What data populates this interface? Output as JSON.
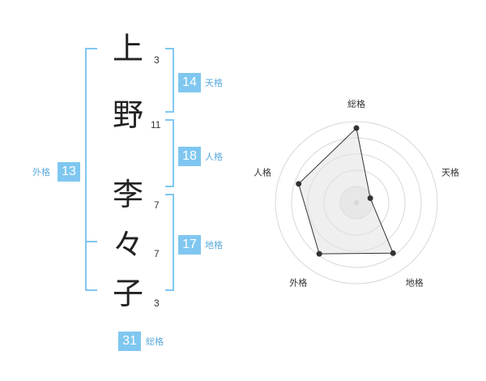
{
  "name": {
    "chars": [
      {
        "char": "上",
        "strokes": "3"
      },
      {
        "char": "野",
        "strokes": "11"
      },
      {
        "char": "李",
        "strokes": "7"
      },
      {
        "char": "々",
        "strokes": "7"
      },
      {
        "char": "子",
        "strokes": "3"
      }
    ]
  },
  "kakusu": {
    "tenkaku": {
      "label": "天格",
      "value": "14"
    },
    "jinkaku": {
      "label": "人格",
      "value": "18"
    },
    "chikaku": {
      "label": "地格",
      "value": "17"
    },
    "gaikaku": {
      "label": "外格",
      "value": "13"
    },
    "soukaku": {
      "label": "総格",
      "value": "31"
    }
  },
  "colors": {
    "accent": "#7fc7f0",
    "bracket": "#7fc7f0",
    "label": "#5aa9dc",
    "ring": "#d8d8d8"
  },
  "chart_data": {
    "type": "radar",
    "axes": [
      "総格",
      "天格",
      "地格",
      "外格",
      "人格"
    ],
    "values": [
      0.92,
      0.18,
      0.77,
      0.78,
      0.75
    ],
    "rings": 5
  }
}
